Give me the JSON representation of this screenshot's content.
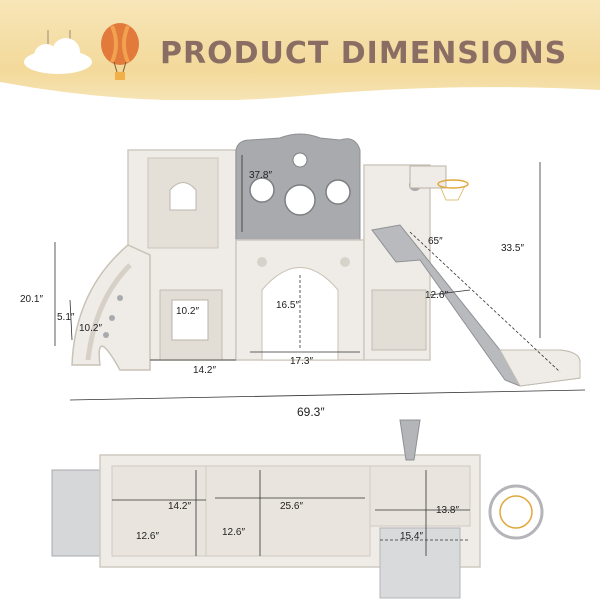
{
  "header": {
    "title": "PRODUCT DIMENSIONS"
  },
  "side_view": {
    "height_tower": "37.8″",
    "slide_length": "65″",
    "slide_height": "33.5″",
    "left_height": "20.1″",
    "step_height": "5.1″",
    "step_width": "10.2″",
    "door_width": "10.2″",
    "arch_height": "16.5″",
    "slide_width": "12.6″",
    "base_left": "14.2″",
    "base_mid": "17.3″",
    "total_length": "69.3″"
  },
  "top_view": {
    "width_left": "14.2″",
    "length_mid": "25.6″",
    "width_right": "13.8″",
    "depth_left": "12.6″",
    "depth_mid": "12.6″",
    "length_right": "15.4″"
  },
  "colors": {
    "banner": "#f3d99a",
    "title": "#8a6e63",
    "toy_white": "#efece7",
    "toy_grey": "#a9aaad"
  }
}
